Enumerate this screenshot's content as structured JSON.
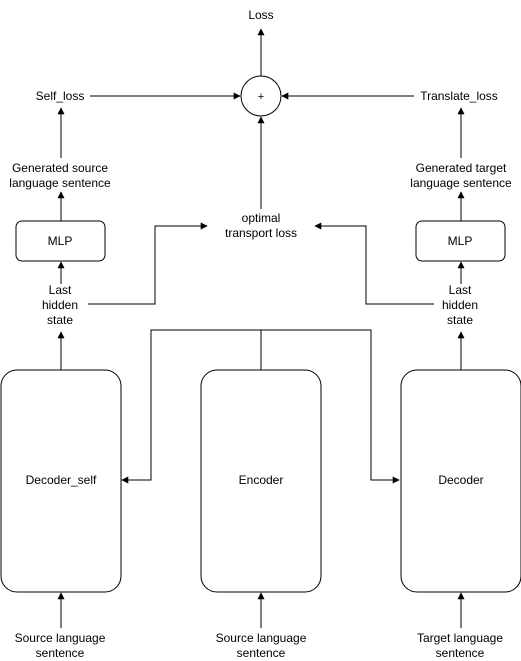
{
  "nodes": {
    "loss": [
      "Loss"
    ],
    "plus": [
      "+"
    ],
    "self_loss": [
      "Self_loss"
    ],
    "translate_loss": [
      "Translate_loss"
    ],
    "gen_source": [
      "Generated source",
      "language sentence"
    ],
    "gen_target": [
      "Generated target",
      "language sentence"
    ],
    "ot_loss": [
      "optimal",
      "transport loss"
    ],
    "mlp_left": [
      "MLP"
    ],
    "mlp_right": [
      "MLP"
    ],
    "hidden_left": [
      "Last",
      "hidden",
      "state"
    ],
    "hidden_right": [
      "Last",
      "hidden",
      "state"
    ],
    "decoder_self": [
      "Decoder_self"
    ],
    "encoder": [
      "Encoder"
    ],
    "decoder": [
      "Decoder"
    ],
    "input_left": [
      "Source language",
      "sentence"
    ],
    "input_middle": [
      "Source language",
      "sentence"
    ],
    "input_right": [
      "Target language",
      "sentence"
    ]
  }
}
